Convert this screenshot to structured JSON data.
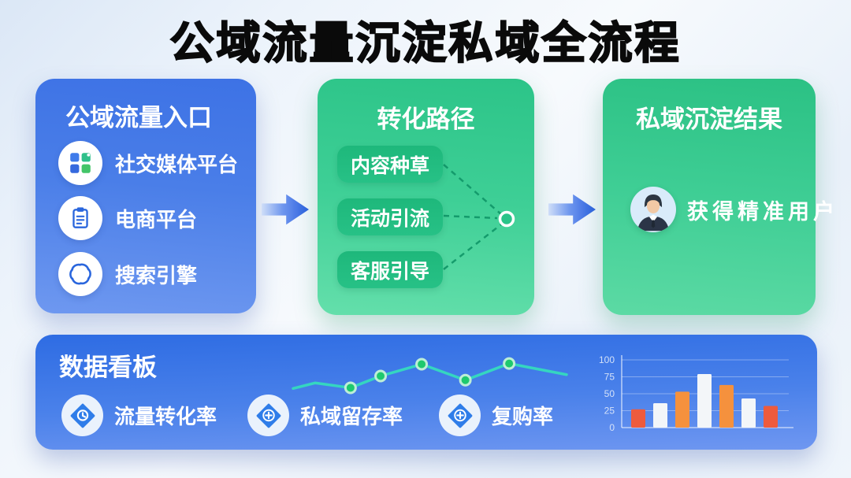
{
  "page_title": "公域流量沉淀私域全流程",
  "entry_card": {
    "title": "公域流量入口",
    "items": [
      {
        "icon": "app-grid-icon",
        "label": "社交媒体平台"
      },
      {
        "icon": "clipboard-icon",
        "label": "电商平台"
      },
      {
        "icon": "search-knot-icon",
        "label": "搜索引擎"
      }
    ]
  },
  "path_card": {
    "title": "转化路径",
    "steps": [
      {
        "label": "内容种草"
      },
      {
        "label": "活动引流"
      },
      {
        "label": "客服引导"
      }
    ]
  },
  "result_card": {
    "title": "私域沉淀结果",
    "result": {
      "icon": "user-avatar",
      "label": "获得精准用户"
    }
  },
  "dashboard": {
    "title": "数据看板",
    "metrics": [
      {
        "icon": "conversion-rate-icon",
        "label": "流量转化率"
      },
      {
        "icon": "retention-rate-icon",
        "label": "私域留存率"
      },
      {
        "icon": "repurchase-rate-icon",
        "label": "复购率"
      }
    ]
  },
  "chart_data": [
    {
      "type": "line",
      "name": "trend-sparkline",
      "x_fractions": [
        0,
        0.08,
        0.21,
        0.32,
        0.47,
        0.63,
        0.79,
        1
      ],
      "values": [
        22,
        38,
        24,
        58,
        92,
        46,
        94,
        62
      ],
      "dot_indices": [
        2,
        3,
        4,
        5,
        6
      ],
      "ylim": [
        0,
        100
      ],
      "line_color": "#35d6c0",
      "dot_color": "#1ec96e",
      "dot_ring_color": "#bdeed6",
      "grid": false,
      "legend": false,
      "axes": false
    },
    {
      "type": "bar",
      "name": "dashboard-bar-chart",
      "values": [
        27,
        36,
        53,
        79,
        63,
        43,
        32
      ],
      "bar_colors": [
        "#ee5b3d",
        "#f3f6f9",
        "#f5913d",
        "#f3f6f9",
        "#f5913d",
        "#f3f6f9",
        "#ee5b3d"
      ],
      "yticks": [
        0,
        25,
        50,
        75,
        100
      ],
      "ylim": [
        0,
        100
      ],
      "axis_color": "rgba(255,255,255,0.6)",
      "grid_color": "rgba(255,255,255,0.35)",
      "tick_label_color": "rgba(226,235,250,0.9)",
      "grid": true,
      "legend": false
    }
  ],
  "colors": {
    "title_black": "#0a0a0a",
    "card_blue_top": "#3d72e5",
    "card_blue_bottom": "#6e98f0",
    "card_green_top": "#2cc488",
    "card_green_bottom": "#64dfab",
    "pill_green": "#1eb87b",
    "dash_line_green": "#12996a",
    "panel_blue_top": "#2e6ce3",
    "panel_blue_bottom": "#6f97f1",
    "arrow_blue": "#2b5fe0",
    "icon_blue": "#2a66dd"
  }
}
